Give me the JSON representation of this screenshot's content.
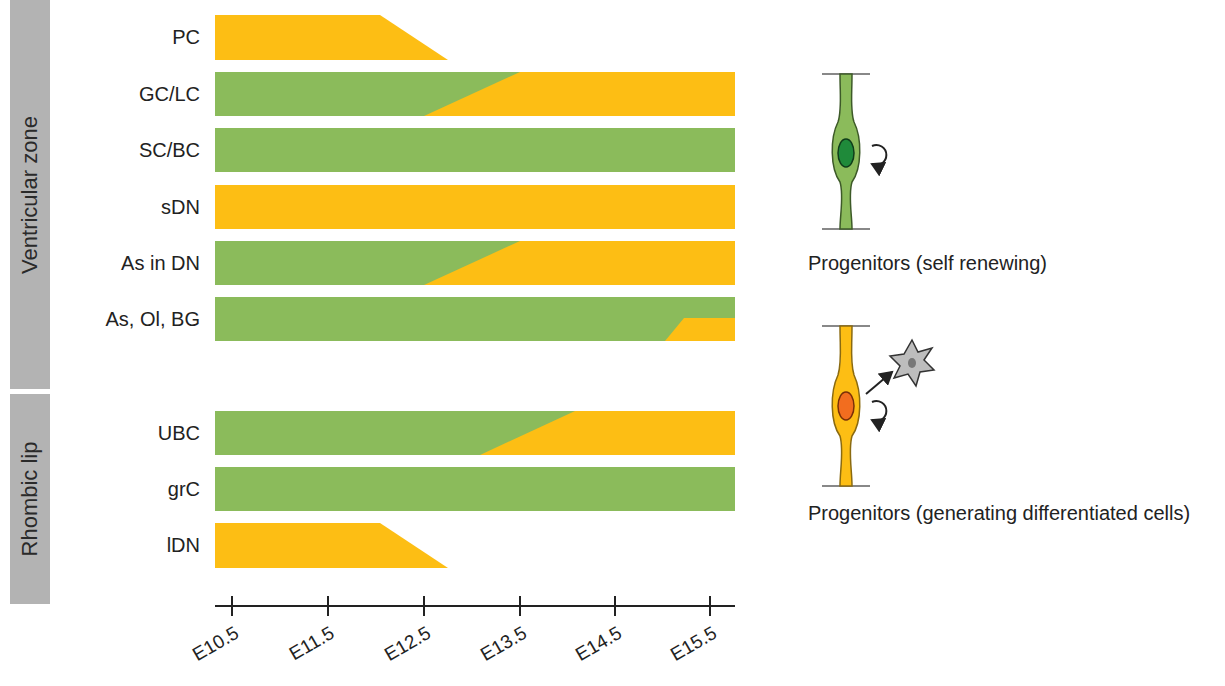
{
  "diagram": {
    "nodes": [
      {
        "text": [
          "Ventricular zone"
        ]
      },
      {
        "text": [
          "Rhombic lip"
        ]
      }
    ],
    "labels": [
      "PC",
      "GC/LC",
      "SC/BC",
      "sDN",
      "As in DN",
      "As, Ol, BG",
      "UBC",
      "grC",
      "lDN",
      "E10.5",
      "E11.5",
      "E12.5",
      "E13.5",
      "E14.5",
      "E15.5"
    ],
    "legend": [
      {
        "text": "Progenitors (self renewing)"
      },
      {
        "text": "Progenitors (generating differentiated cells)"
      }
    ]
  }
}
